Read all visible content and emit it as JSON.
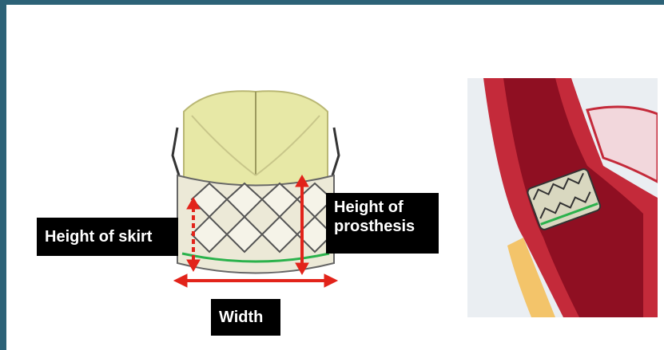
{
  "labels": {
    "height_of_skirt": "Height of skirt",
    "height_of_prosthesis_line1": "Height of",
    "height_of_prosthesis_line2": "prosthesis",
    "width": "Width"
  },
  "colors": {
    "arrow": "#e2231a",
    "frame": "#2c6277",
    "label_bg": "#000000",
    "label_text": "#ffffff",
    "valve_leaflet": "#e7e8a6",
    "suture_line": "#2bb24c",
    "vessel_wall": "#c42a3a"
  }
}
